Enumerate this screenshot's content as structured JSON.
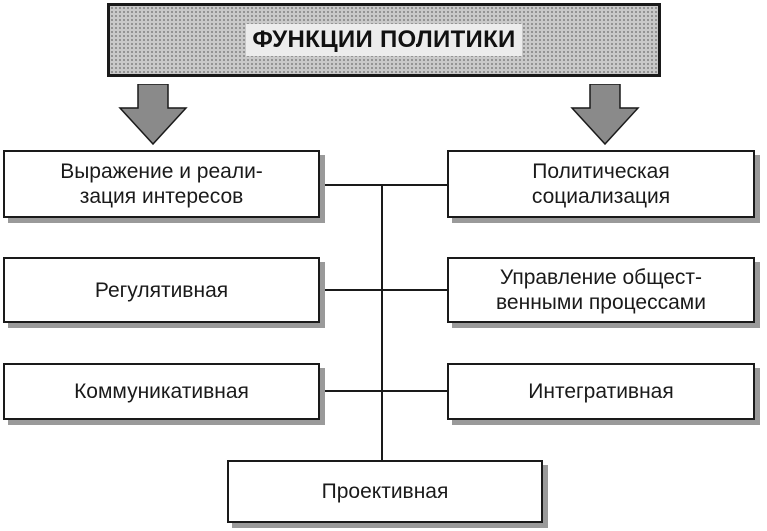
{
  "diagram": {
    "title": "ФУНКЦИИ ПОЛИТИКИ",
    "left_column": [
      "Выражение и реали-\nзация интересов",
      "Регулятивная",
      "Коммуникативная"
    ],
    "right_column": [
      "Политическая\nсоциализация",
      "Управление общест-\nвенными процессами",
      "Интегративная"
    ],
    "bottom": "Проективная",
    "colors": {
      "border": "#1a1a1a",
      "shadow": "#9a9a9a",
      "title_fill": "#c9c9c9",
      "arrow_fill": "#8a8a8a"
    }
  }
}
